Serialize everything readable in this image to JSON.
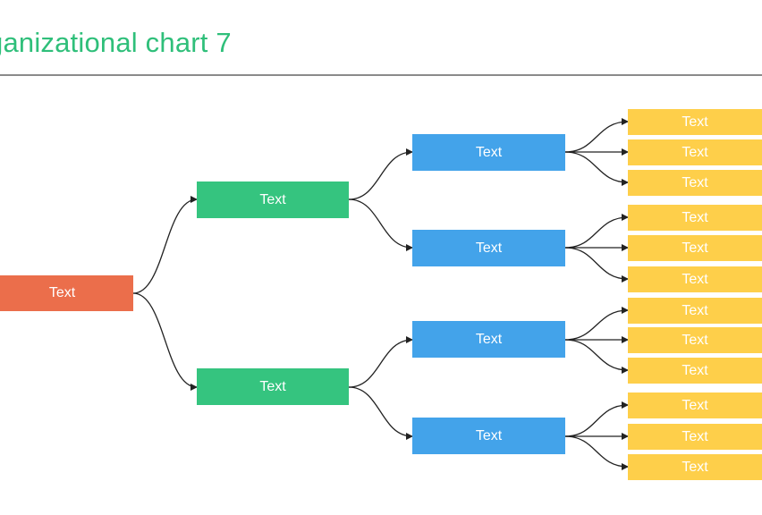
{
  "title": "ganizational chart 7",
  "colors": {
    "title": "#2fbf7a",
    "root": "#eb6e4b",
    "level1": "#35c47f",
    "level2": "#43a3ea",
    "level3": "#fecf4a",
    "connector": "#222222"
  },
  "root": {
    "label": "Text",
    "children": [
      {
        "label": "Text",
        "children": [
          {
            "label": "Text",
            "children": [
              {
                "label": "Text"
              },
              {
                "label": "Text"
              },
              {
                "label": "Text"
              }
            ]
          },
          {
            "label": "Text",
            "children": [
              {
                "label": "Text"
              },
              {
                "label": "Text"
              },
              {
                "label": "Text"
              }
            ]
          }
        ]
      },
      {
        "label": "Text",
        "children": [
          {
            "label": "Text",
            "children": [
              {
                "label": "Text"
              },
              {
                "label": "Text"
              },
              {
                "label": "Text"
              }
            ]
          },
          {
            "label": "Text",
            "children": [
              {
                "label": "Text"
              },
              {
                "label": "Text"
              },
              {
                "label": "Text"
              }
            ]
          }
        ]
      }
    ]
  }
}
